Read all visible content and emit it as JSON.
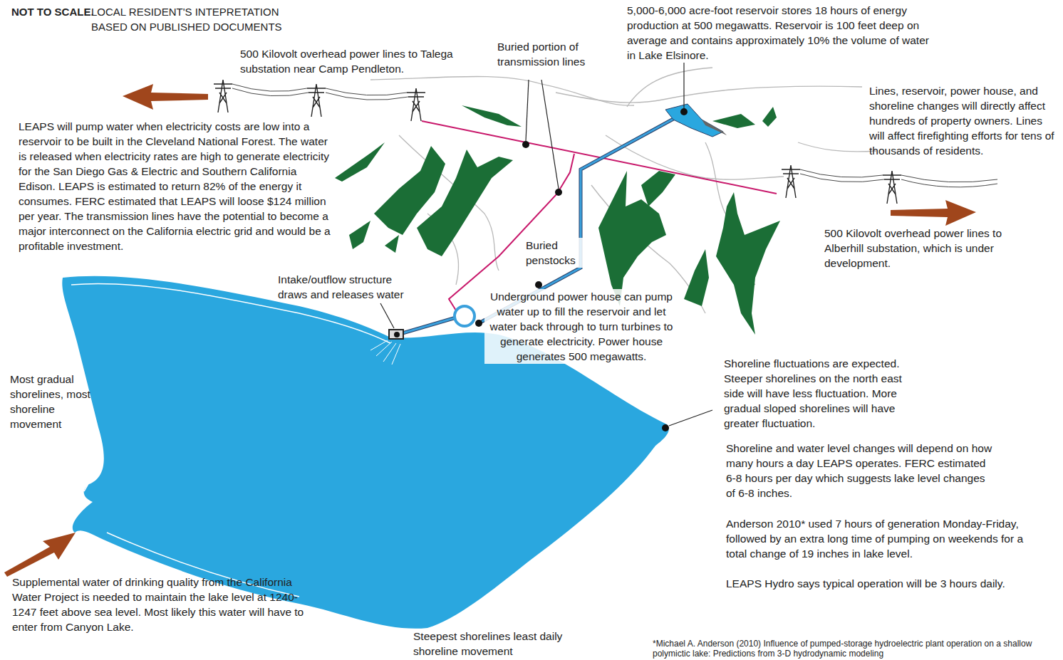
{
  "diagram": {
    "labels": [
      "NOT TO SCALE.",
      "LOCAL RESIDENT'S INTEPRETATION BASED ON PUBLISHED DOCUMENTS",
      "500 Kilovolt overhead power lines to Talega substation near Camp Pendleton.",
      "Buried portion of transmission lines",
      "5,000-6,000 acre-foot reservoir stores 18 hours of energy production at 500 megawatts. Reservoir is 100 feet deep on average and contains approximately 10% the volume of water in Lake Elsinore.",
      "Lines, reservoir, power house, and shoreline changes will directly affect hundreds of property owners. Lines will affect firefighting efforts for tens of thousands of residents.",
      "LEAPS will pump water when electricity costs are low into a reservoir to be built in the Cleveland National Forest. The water is released when electricity rates are high to generate electricity for the San Diego Gas & Electric and Southern California Edison. LEAPS is estimated to return 82% of the energy it consumes. FERC estimated that LEAPS will loose $124 million per year. The transmission lines have the potential to become a major interconnect on the California electric grid and would be a profitable investment.",
      "500 Kilovolt overhead power lines to Alberhill substation, which is under development.",
      "Buried penstocks",
      "Intake/outflow structure draws and releases water",
      "Underground power house can pump water up to fill the reservoir and let water back through to turn turbines to generate electricity. Power house generates 500 megawatts.",
      "Most gradual shorelines, most shoreline movement",
      "Shoreline fluctuations are expected. Steeper shorelines on the north east side will have less fluctuation. More gradual sloped shorelines will have greater fluctuation.",
      "Shoreline and water level changes will depend on how many hours a day LEAPS operates. FERC estimated 6-8 hours per day which suggests lake level changes of 6-8 inches.",
      "Anderson 2010* used 7 hours of generation Monday-Friday, followed by an extra long time of pumping on weekends for a total change of 19 inches in lake level.",
      "LEAPS Hydro says typical operation will be 3 hours daily.",
      "Supplemental water of drinking quality from the California Water Project is needed to maintain the lake level at 1240-1247 feet above sea level. Most likely this water will have to enter from Canyon Lake.",
      "Steepest shorelines least daily shoreline movement",
      "*Michael A. Anderson (2010) Influence of pumped-storage hydroelectric plant operation on a shallow polymictic lake: Predictions from 3-D hydrodynamic modeling"
    ]
  }
}
